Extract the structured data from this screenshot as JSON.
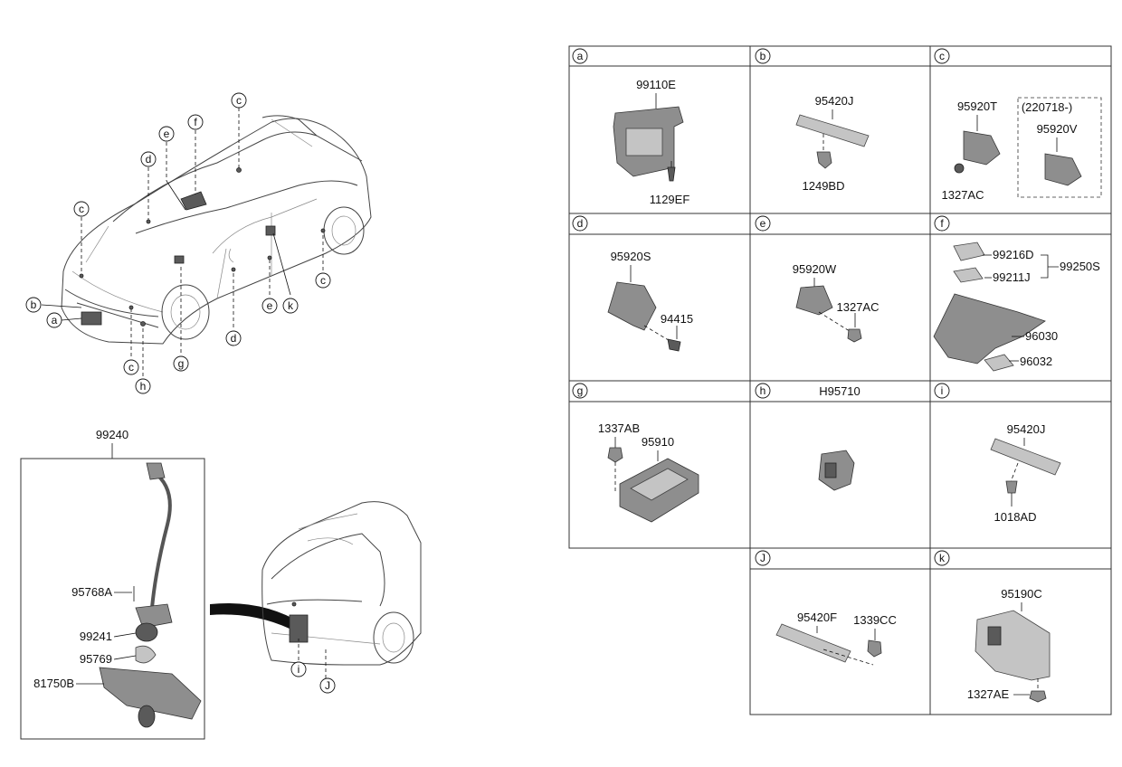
{
  "callouts": {
    "main": {
      "c_top": "c",
      "f": "f",
      "e_top": "e",
      "d_top": "d",
      "c_left": "c",
      "b": "b",
      "a": "a",
      "c_bottom": "c",
      "h": "h",
      "g": "g",
      "d_bottom": "d",
      "e_bottom": "e",
      "k": "k",
      "c_right": "c"
    },
    "rear": {
      "i": "i",
      "J": "J"
    }
  },
  "camera_group": {
    "title": "99240",
    "parts": {
      "screw": "95768A",
      "camera": "99241",
      "gasket": "95769",
      "bracket": "81750B"
    }
  },
  "cells": {
    "a": {
      "label": "a",
      "parts": {
        "p1": "99110E",
        "p2": "1129EF"
      }
    },
    "b": {
      "label": "b",
      "parts": {
        "p1": "95420J",
        "p2": "1249BD"
      }
    },
    "c": {
      "label": "c",
      "parts": {
        "p1": "95920T",
        "p2": "1327AC",
        "p3": "95920V"
      },
      "note": "(220718-)"
    },
    "d": {
      "label": "d",
      "parts": {
        "p1": "95920S",
        "p2": "94415"
      }
    },
    "e": {
      "label": "e",
      "parts": {
        "p1": "95920W",
        "p2": "1327AC"
      }
    },
    "f": {
      "label": "f",
      "parts": {
        "p1": "99216D",
        "p2": "99211J",
        "p3": "99250S",
        "p4": "96030",
        "p5": "96032"
      }
    },
    "g": {
      "label": "g",
      "parts": {
        "p1": "1337AB",
        "p2": "95910"
      }
    },
    "h": {
      "label": "h",
      "header": "H95710"
    },
    "i": {
      "label": "i",
      "parts": {
        "p1": "95420J",
        "p2": "1018AD"
      }
    },
    "J": {
      "label": "J",
      "parts": {
        "p1": "95420F",
        "p2": "1339CC"
      }
    },
    "k": {
      "label": "k",
      "parts": {
        "p1": "95190C",
        "p2": "1327AE"
      }
    }
  }
}
